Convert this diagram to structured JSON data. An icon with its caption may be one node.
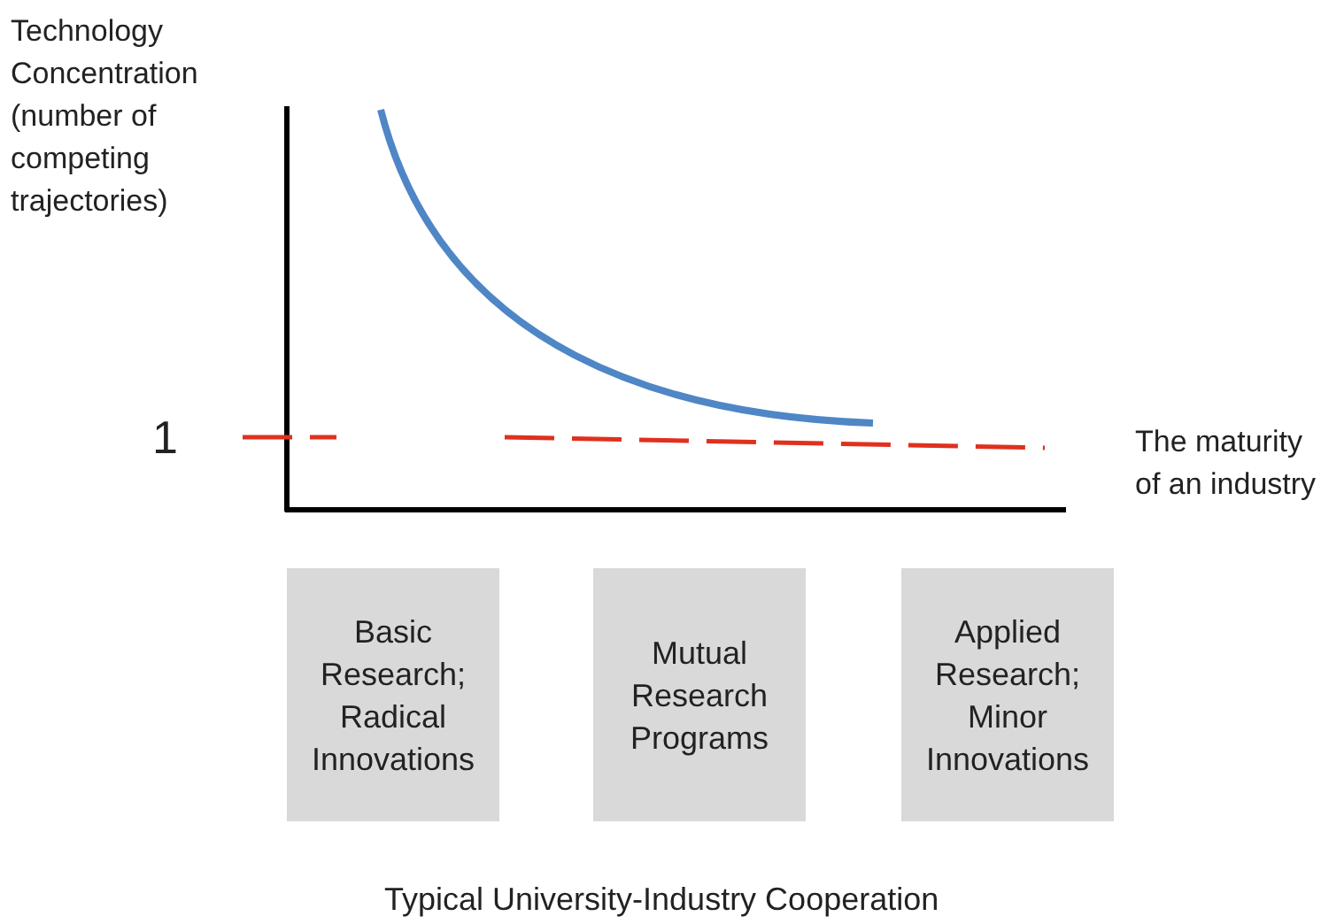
{
  "diagram": {
    "caption": "Typical University-Industry Cooperation",
    "nodes": [
      {
        "text": [
          "Basic Research; Radical Innovations"
        ]
      },
      {
        "text": [
          "Mutual Research Programs"
        ]
      },
      {
        "text": [
          "Applied Research; Minor Innovations"
        ]
      }
    ],
    "labels": [
      "Technology Concentration (number of competing trajectories)",
      "1",
      "The maturity of an industry"
    ]
  }
}
